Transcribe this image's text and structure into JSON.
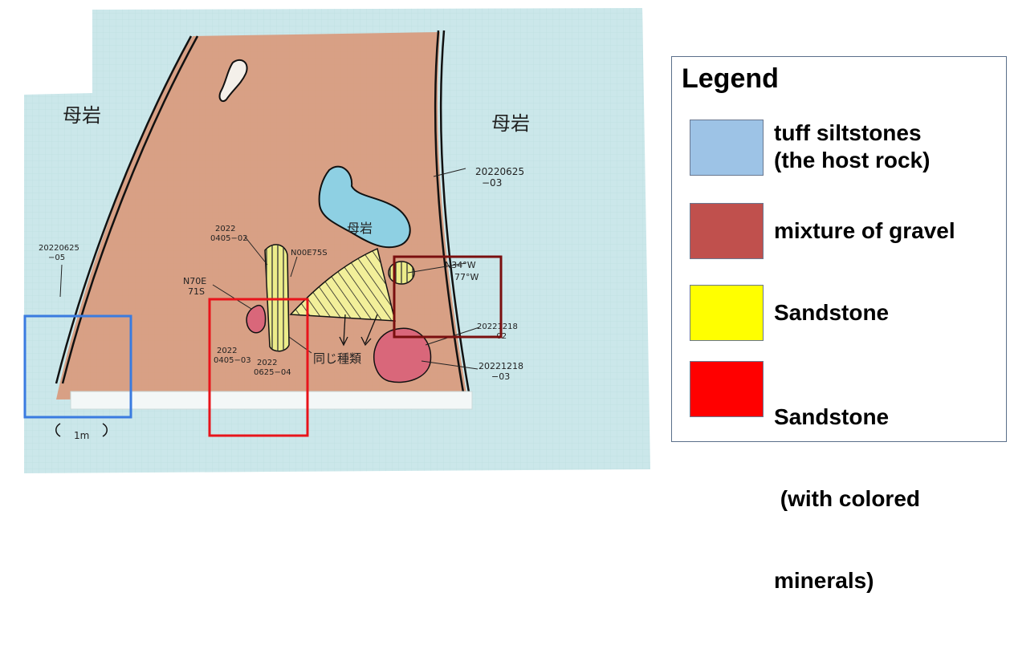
{
  "sketch": {
    "host_rock_left_label": "母岩",
    "host_rock_right_label": "母岩",
    "host_rock_inner_label": "母岩",
    "sample_20220625_03": [
      "20220625",
      "−03"
    ],
    "sample_20220625_05": [
      "20220625",
      "−05"
    ],
    "sample_20220405_02": [
      "2022",
      "0405−02"
    ],
    "strike_n00e75s": "N00E75S",
    "strike_n70e": [
      "N70E",
      "71S"
    ],
    "strike_n34": [
      "N34°W",
      "77°W"
    ],
    "sample_20221218_02": [
      "20221218",
      "−02"
    ],
    "sample_20221218_03": [
      "20221218",
      "−03"
    ],
    "sample_20220405_03": [
      "2022",
      "0405−03"
    ],
    "sample_20220625_04": [
      "2022",
      "0625−04"
    ],
    "same_type_note": "同じ種類",
    "scale_label": "1m",
    "box_colors": {
      "blue": "#3a7be0",
      "red": "#e8141b",
      "darkred": "#7a0f0f"
    }
  },
  "legend": {
    "title": "Legend",
    "items": [
      {
        "color": "#9dc3e6",
        "lines": [
          "tuff siltstones",
          "(the host rock)"
        ]
      },
      {
        "color": "#c0504d",
        "lines": [
          "mixture of gravel"
        ]
      },
      {
        "color": "#ffff00",
        "lines": [
          "Sandstone"
        ]
      },
      {
        "color": "#ff0000",
        "lines": [
          "Sandstone",
          " (with colored",
          "minerals)"
        ]
      }
    ]
  }
}
